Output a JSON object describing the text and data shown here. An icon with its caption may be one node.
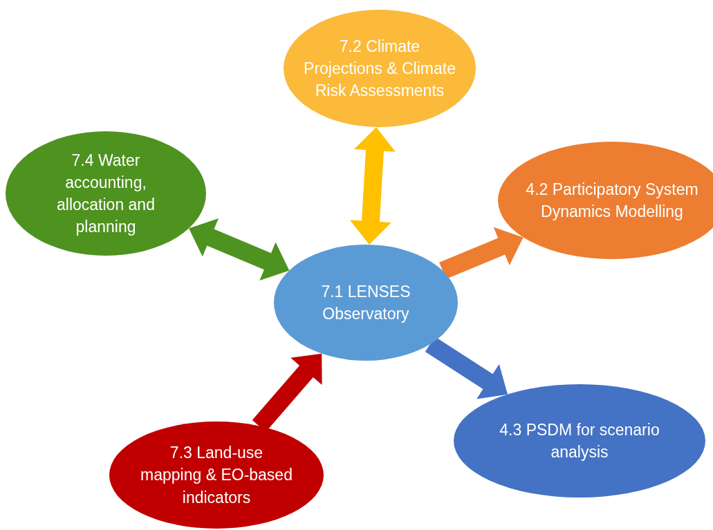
{
  "diagram": {
    "nodes": [
      {
        "text": [
          "7.2 Climate Projections & Climate Risk Assessments"
        ]
      },
      {
        "text": [
          "7.4 Water accounting, allocation and planning"
        ]
      },
      {
        "text": [
          "4.2 Participatory System Dynamics Modelling"
        ]
      },
      {
        "text": [
          "7.1 LENSES Observatory"
        ]
      },
      {
        "text": [
          "4.3 PSDM for scenario analysis"
        ]
      },
      {
        "text": [
          "7.3 Land-use mapping & EO-based indicators"
        ]
      }
    ],
    "edges": [
      {
        "from": 0,
        "to": 3,
        "arrow": "both",
        "style": "thick",
        "color": "#ffc000"
      },
      {
        "from": 1,
        "to": 3,
        "arrow": "both",
        "style": "thick",
        "color": "#4e9220"
      },
      {
        "from": 3,
        "to": 2,
        "arrow": "to",
        "style": "thick",
        "color": "#ed7d31"
      },
      {
        "from": 3,
        "to": 4,
        "arrow": "to",
        "style": "thick",
        "color": "#4472c4"
      },
      {
        "from": 5,
        "to": 3,
        "arrow": "to",
        "style": "thick",
        "color": "#c00000"
      }
    ]
  }
}
